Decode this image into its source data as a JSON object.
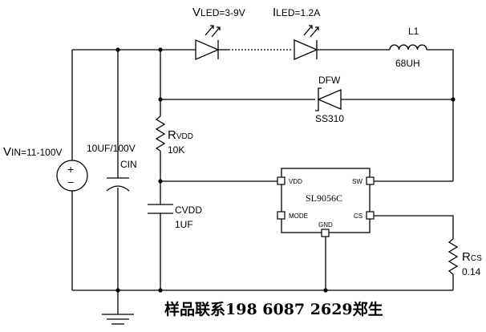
{
  "labels": {
    "vled_prefix": "V",
    "vled_rest": "LED=3-9V",
    "iled_prefix": "I",
    "iled_rest": "LED=1.2A",
    "l1_name": "L1",
    "l1_value": "68UH",
    "dfw_name": "DFW",
    "dfw_part": "SS310",
    "rvdd_prefix": "R",
    "rvdd_sub": "VDD",
    "rvdd_value": "10K",
    "vin_prefix": "V",
    "vin_rest": "IN=11-100V",
    "cin_value": "10UF/100V",
    "cin_name": "CIN",
    "cvdd_name": "CVDD",
    "cvdd_value": "1UF",
    "ic_name": "SL9056C",
    "pin_vdd": "VDD",
    "pin_sw": "SW",
    "pin_mode": "MODE",
    "pin_cs": "CS",
    "pin_gnd": "GND",
    "rcs_prefix": "R",
    "rcs_sub": "CS",
    "rcs_value": "0.14",
    "source_plus": "+",
    "source_minus": "−",
    "footer": "样品联系198 6087 2629郑生"
  }
}
